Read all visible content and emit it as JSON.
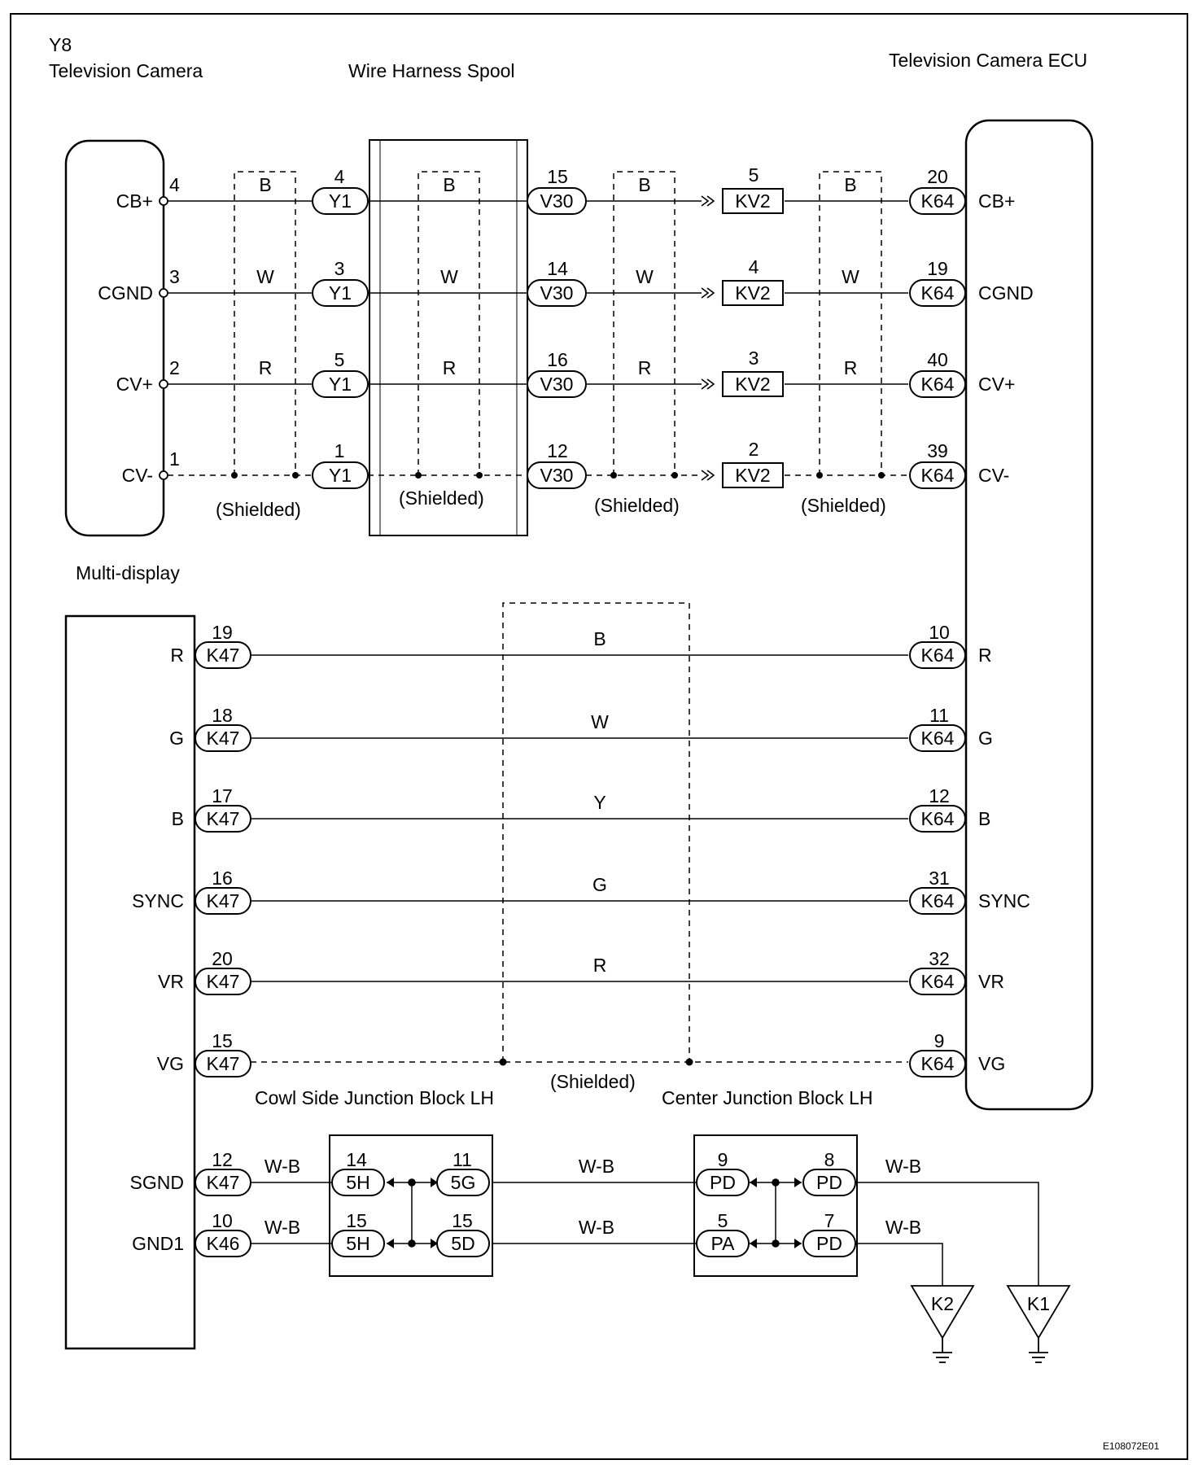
{
  "header": {
    "camera_code": "Y8",
    "camera_name": "Television Camera",
    "spool_name": "Wire Harness Spool",
    "ecu_name": "Television Camera ECU",
    "display_name": "Multi-display"
  },
  "camera_pins": [
    {
      "name": "CB+",
      "pin": "4"
    },
    {
      "name": "CGND",
      "pin": "3"
    },
    {
      "name": "CV+",
      "pin": "2"
    },
    {
      "name": "CV-",
      "pin": "1"
    }
  ],
  "camera_rows": [
    {
      "wire1": "B",
      "y1_pin": "4",
      "y1": "Y1",
      "wire2": "B",
      "v30_pin": "15",
      "v30": "V30",
      "wire3": "B",
      "kv2_pin": "5",
      "kv2": "KV2",
      "wire4": "B",
      "k64_pin": "20",
      "k64": "K64",
      "ecu_pin_name": "CB+"
    },
    {
      "wire1": "W",
      "y1_pin": "3",
      "y1": "Y1",
      "wire2": "W",
      "v30_pin": "14",
      "v30": "V30",
      "wire3": "W",
      "kv2_pin": "4",
      "kv2": "KV2",
      "wire4": "W",
      "k64_pin": "19",
      "k64": "K64",
      "ecu_pin_name": "CGND"
    },
    {
      "wire1": "R",
      "y1_pin": "5",
      "y1": "Y1",
      "wire2": "R",
      "v30_pin": "16",
      "v30": "V30",
      "wire3": "R",
      "kv2_pin": "3",
      "kv2": "KV2",
      "wire4": "R",
      "k64_pin": "40",
      "k64": "K64",
      "ecu_pin_name": "CV+"
    },
    {
      "wire1": "",
      "y1_pin": "1",
      "y1": "Y1",
      "wire2": "",
      "v30_pin": "12",
      "v30": "V30",
      "wire3": "",
      "kv2_pin": "2",
      "kv2": "KV2",
      "wire4": "",
      "k64_pin": "39",
      "k64": "K64",
      "ecu_pin_name": "CV-"
    }
  ],
  "shielded_label": "(Shielded)",
  "display_rows": [
    {
      "name": "R",
      "k47_pin": "19",
      "k47": "K47",
      "wire": "B",
      "k64_pin": "10",
      "k64": "K64",
      "ecu_pin_name": "R"
    },
    {
      "name": "G",
      "k47_pin": "18",
      "k47": "K47",
      "wire": "W",
      "k64_pin": "11",
      "k64": "K64",
      "ecu_pin_name": "G"
    },
    {
      "name": "B",
      "k47_pin": "17",
      "k47": "K47",
      "wire": "Y",
      "k64_pin": "12",
      "k64": "K64",
      "ecu_pin_name": "B"
    },
    {
      "name": "SYNC",
      "k47_pin": "16",
      "k47": "K47",
      "wire": "G",
      "k64_pin": "31",
      "k64": "K64",
      "ecu_pin_name": "SYNC"
    },
    {
      "name": "VR",
      "k47_pin": "20",
      "k47": "K47",
      "wire": "R",
      "k64_pin": "32",
      "k64": "K64",
      "ecu_pin_name": "VR"
    },
    {
      "name": "VG",
      "k47_pin": "15",
      "k47": "K47",
      "wire": "",
      "k64_pin": "9",
      "k64": "K64",
      "ecu_pin_name": "VG"
    }
  ],
  "junction_blocks": {
    "cowl_name": "Cowl Side Junction Block LH",
    "center_name": "Center Junction Block LH"
  },
  "ground_rows": [
    {
      "name": "SGND",
      "pin": "12",
      "conn": "K47",
      "wire1": "W-B",
      "cowl_in_pin": "14",
      "cowl_in": "5H",
      "cowl_out_pin": "11",
      "cowl_out": "5G",
      "wire2": "W-B",
      "center_in_pin": "9",
      "center_in": "PD",
      "center_out_pin": "8",
      "center_out": "PD",
      "wire3": "W-B"
    },
    {
      "name": "GND1",
      "pin": "10",
      "conn": "K46",
      "wire1": "W-B",
      "cowl_in_pin": "15",
      "cowl_in": "5H",
      "cowl_out_pin": "15",
      "cowl_out": "5D",
      "wire2": "W-B",
      "center_in_pin": "5",
      "center_in": "PA",
      "center_out_pin": "7",
      "center_out": "PD",
      "wire3": "W-B"
    }
  ],
  "grounds": [
    "K2",
    "K1"
  ],
  "figure_code": "E108072E01"
}
